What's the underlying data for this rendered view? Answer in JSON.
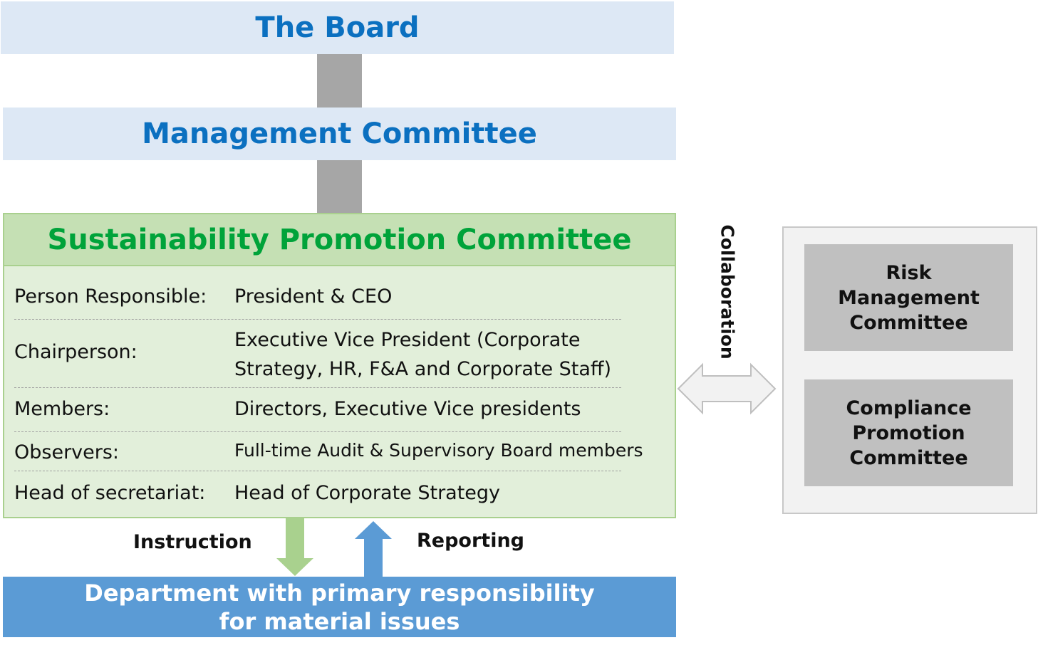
{
  "board": {
    "title": "The Board"
  },
  "management": {
    "title": "Management Committee"
  },
  "spc": {
    "title": "Sustainability Promotion Committee",
    "rows": [
      {
        "label": "Person Responsible:",
        "value": "President & CEO"
      },
      {
        "label": "Chairperson:",
        "value_line1": "Executive Vice President (Corporate",
        "value_line2": "Strategy, HR, F&A and Corporate Staff)"
      },
      {
        "label": "Members:",
        "value": "Directors, Executive Vice presidents"
      },
      {
        "label": "Observers:",
        "value": "Full-time Audit & Supervisory Board members"
      },
      {
        "label": "Head of secretariat:",
        "value": "Head of Corporate Strategy"
      }
    ]
  },
  "collaboration": {
    "label": "Collaboration"
  },
  "side": {
    "risk": {
      "line1": "Risk",
      "line2": "Management",
      "line3": "Committee"
    },
    "compliance": {
      "line1": "Compliance",
      "line2": "Promotion",
      "line3": "Committee"
    }
  },
  "flow": {
    "instruction": "Instruction",
    "reporting": "Reporting"
  },
  "department": {
    "line1": "Department with primary responsibility",
    "line2": "for material issues"
  },
  "colors": {
    "title_blue": "#0b70c0",
    "title_green": "#00a33a",
    "title_bg": "#dde8f5",
    "spc_header_bg": "#c5e0b4",
    "spc_body_bg": "#e2efda",
    "dept_blue": "#5b9bd5",
    "instruction_arrow": "#a9d18e",
    "reporting_arrow": "#5b9bd5"
  }
}
